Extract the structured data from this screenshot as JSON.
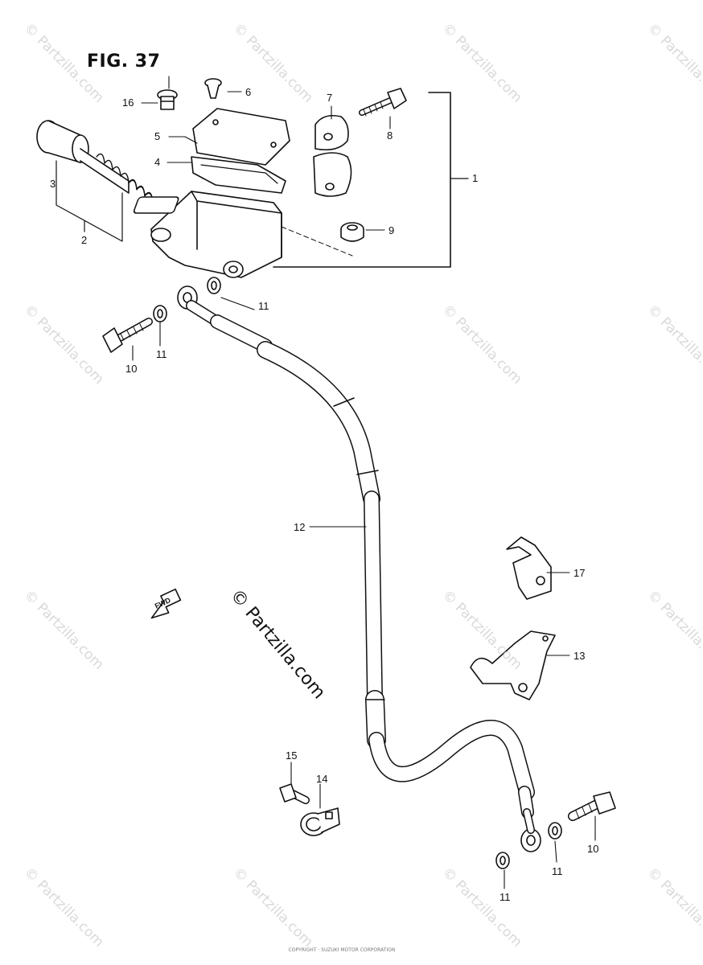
{
  "figure_title": "FIG. 37",
  "callouts": {
    "c1": "1",
    "c2": "2",
    "c3": "3",
    "c4": "4",
    "c5": "5",
    "c6": "6",
    "c7": "7",
    "c8": "8",
    "c9": "9",
    "c10a": "10",
    "c10b": "10",
    "c11a": "11",
    "c11b": "11",
    "c11c": "11",
    "c11d": "11",
    "c12": "12",
    "c13": "13",
    "c14": "14",
    "c15": "15",
    "c16": "16",
    "c17": "17"
  },
  "fwd_label": "FWD",
  "watermark": "© Partzilla.com",
  "center_watermark": "© Partzilla.com",
  "footer_text": "COPYRIGHT · SUZUKI MOTOR CORPORATION"
}
